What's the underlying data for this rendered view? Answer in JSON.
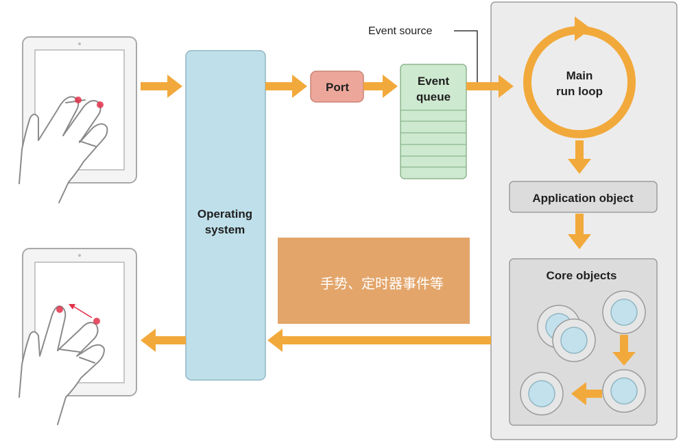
{
  "labels": {
    "operating_system_line1": "Operating",
    "operating_system_line2": "system",
    "port": "Port",
    "event_queue_line1": "Event",
    "event_queue_line2": "queue",
    "event_source": "Event source",
    "main_run_loop_line1": "Main",
    "main_run_loop_line2": "run loop",
    "application_object": "Application object",
    "core_objects": "Core objects",
    "overlay_note": "手势、定时器事件等"
  },
  "colors": {
    "arrow": "#f2a93b",
    "operating_system": "#bfe0ea",
    "port": "#eca79a",
    "event_queue": "#cde9cf",
    "app_panel": "#ececec",
    "overlay": "#e3a56a",
    "touch_point": "#e2314a"
  }
}
